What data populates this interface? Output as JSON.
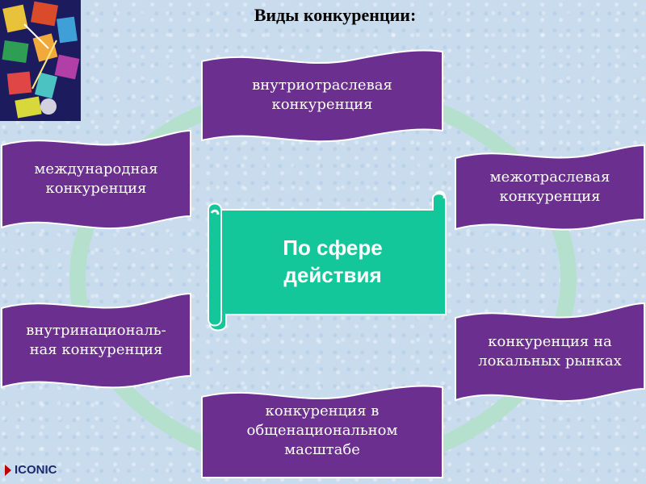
{
  "title": "Виды конкуренции:",
  "center": {
    "line1": "По сфере",
    "line2": "действия"
  },
  "nodes": {
    "top": [
      "внутриотраслевая",
      "конкуренция"
    ],
    "left_upper": [
      "международная",
      "конкуренция"
    ],
    "right_upper": [
      "межотраслевая",
      "конкуренция"
    ],
    "left_lower": [
      "внутринациональ-",
      "ная конкуренция"
    ],
    "right_lower": [
      "конкуренция на",
      "локальных рынках"
    ],
    "bottom": [
      "конкуренция в",
      "общенациональном",
      "масштабе"
    ]
  },
  "brand": "ICONIC",
  "colors": {
    "banner": "#6b2f8f",
    "center": "#14c79a",
    "ring": "#b5e0cd"
  }
}
